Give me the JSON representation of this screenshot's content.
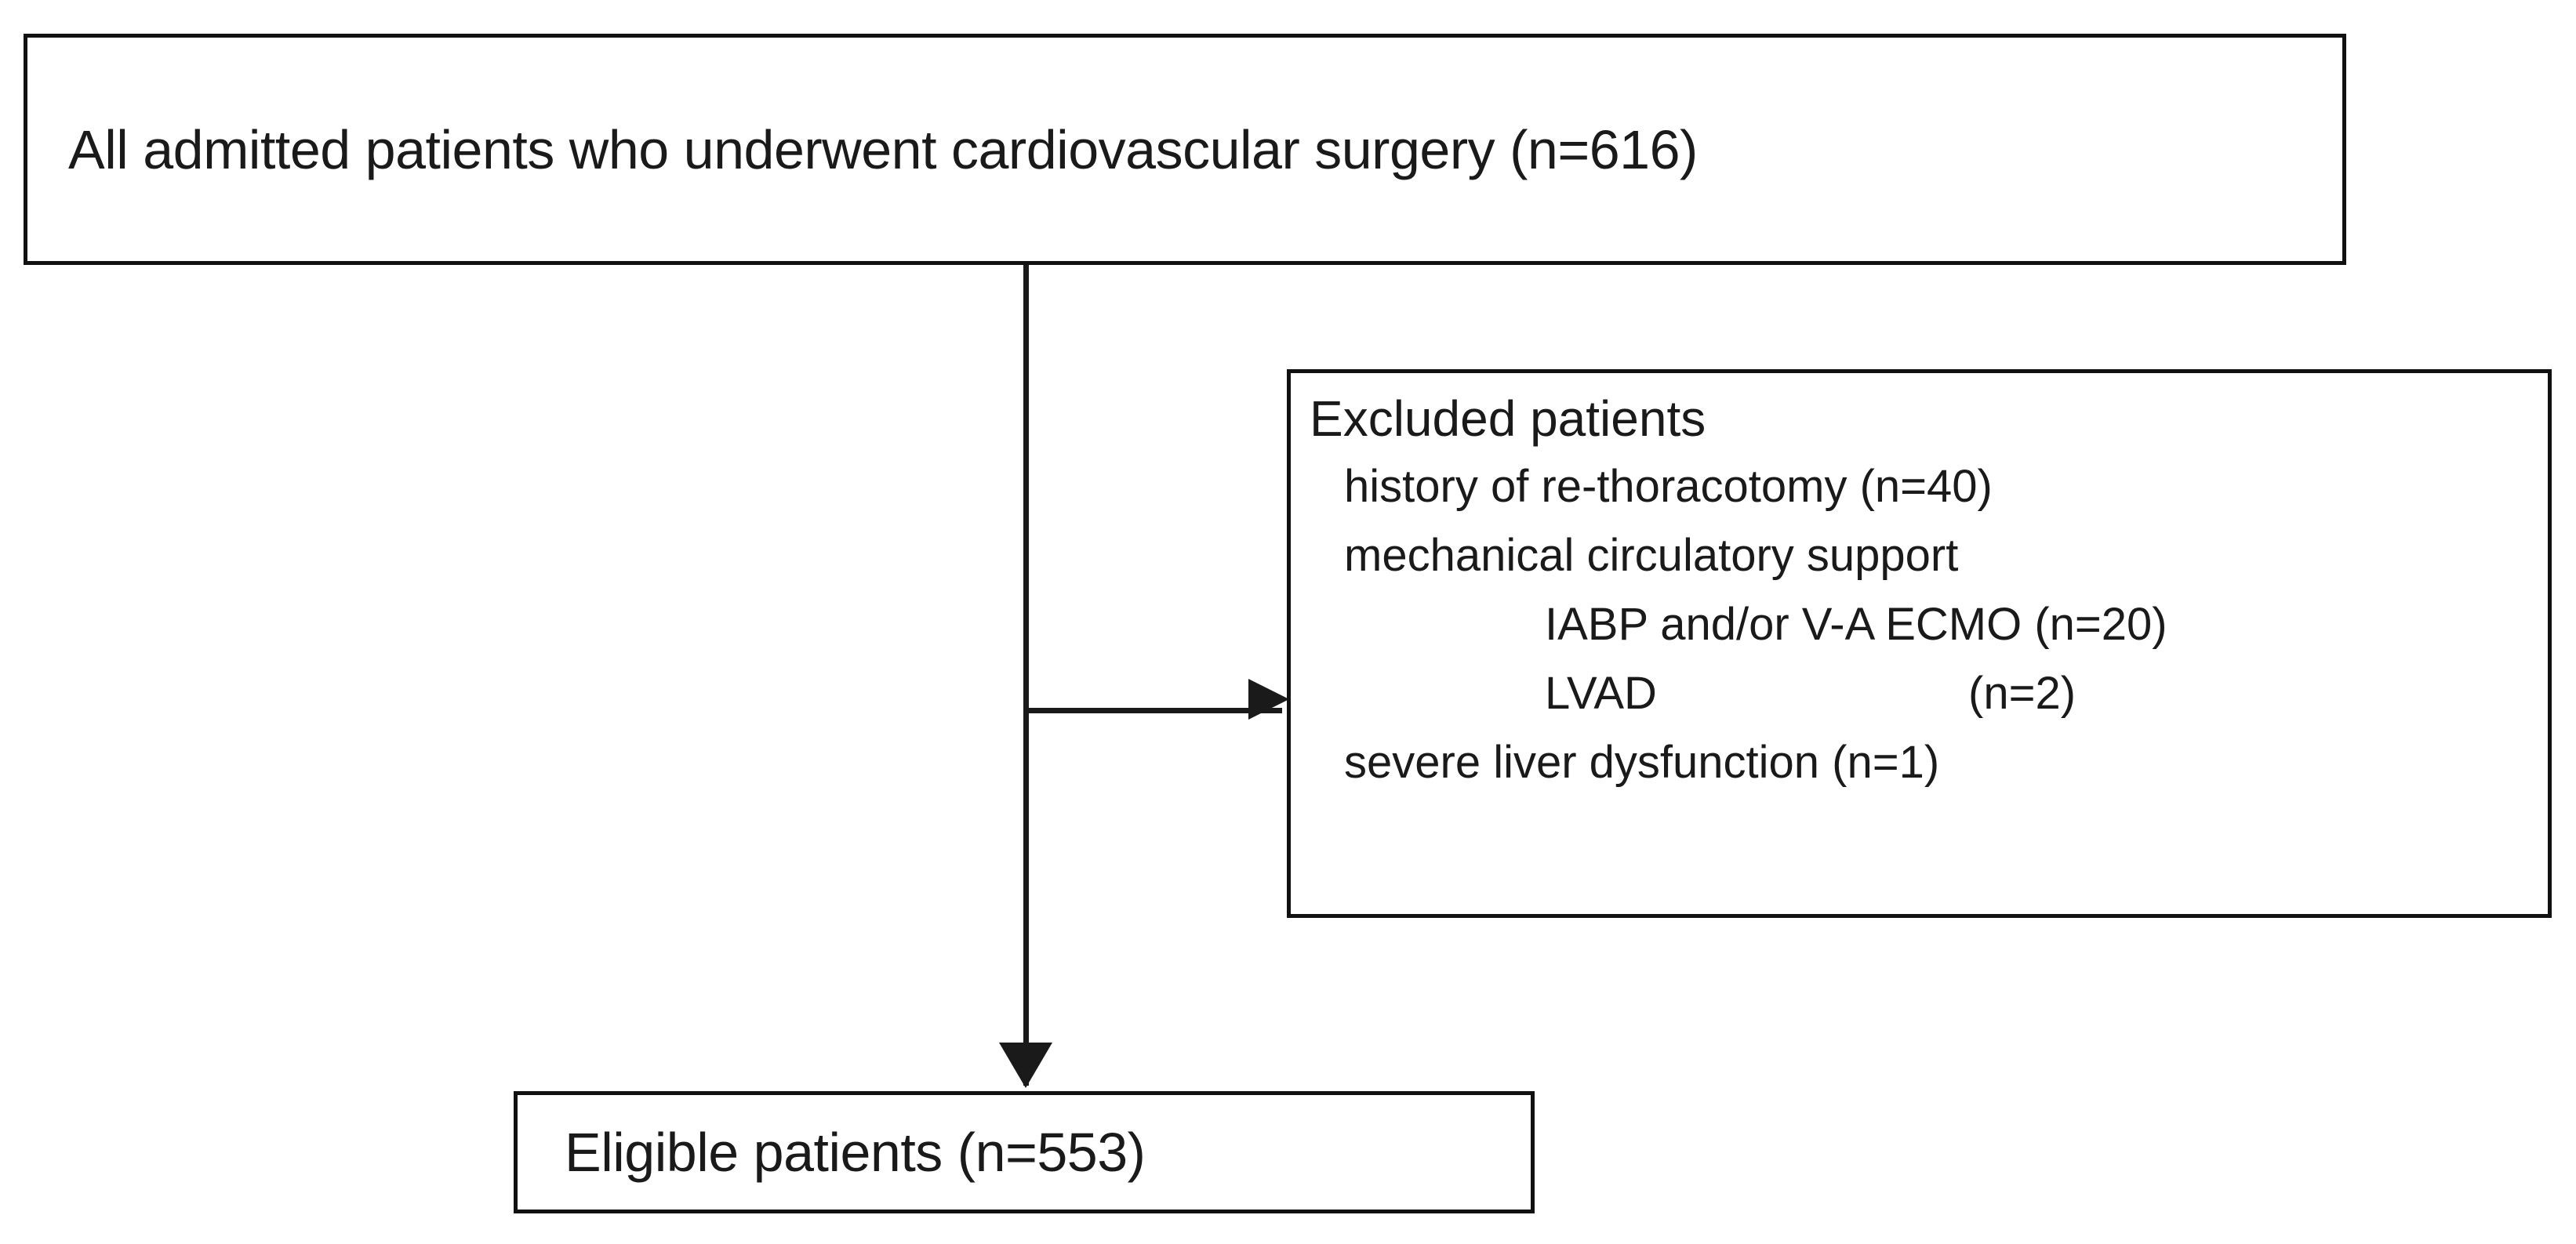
{
  "diagram": {
    "type": "patient-selection-flowchart",
    "boxes": {
      "all_patients": {
        "text": "All admitted patients who underwent cardiovascular surgery (n=616)",
        "n": 616
      },
      "excluded": {
        "heading": "Excluded patients",
        "items": [
          {
            "label": "history of re-thoracotomy (n=40)",
            "n": 40,
            "indent": 1
          },
          {
            "label": "mechanical circulatory support",
            "n": null,
            "indent": 1
          },
          {
            "label": "IABP and/or V-A ECMO (n=20)",
            "n": 20,
            "indent": 2
          },
          {
            "label": "LVAD",
            "count_text": "(n=2)",
            "n": 2,
            "indent": 2
          },
          {
            "label": "severe liver dysfunction (n=1)",
            "n": 1,
            "indent": 1
          }
        ]
      },
      "eligible": {
        "text": "Eligible patients (n=553)",
        "n": 553
      }
    },
    "connectors": {
      "trunk": "vertical-line",
      "branch_to_excluded": "horizontal-arrow-right",
      "arrow_to_eligible": "arrow-down"
    },
    "colors": {
      "line": "#1a1a1a",
      "text": "#1a1a1a",
      "background": "#ffffff"
    }
  }
}
